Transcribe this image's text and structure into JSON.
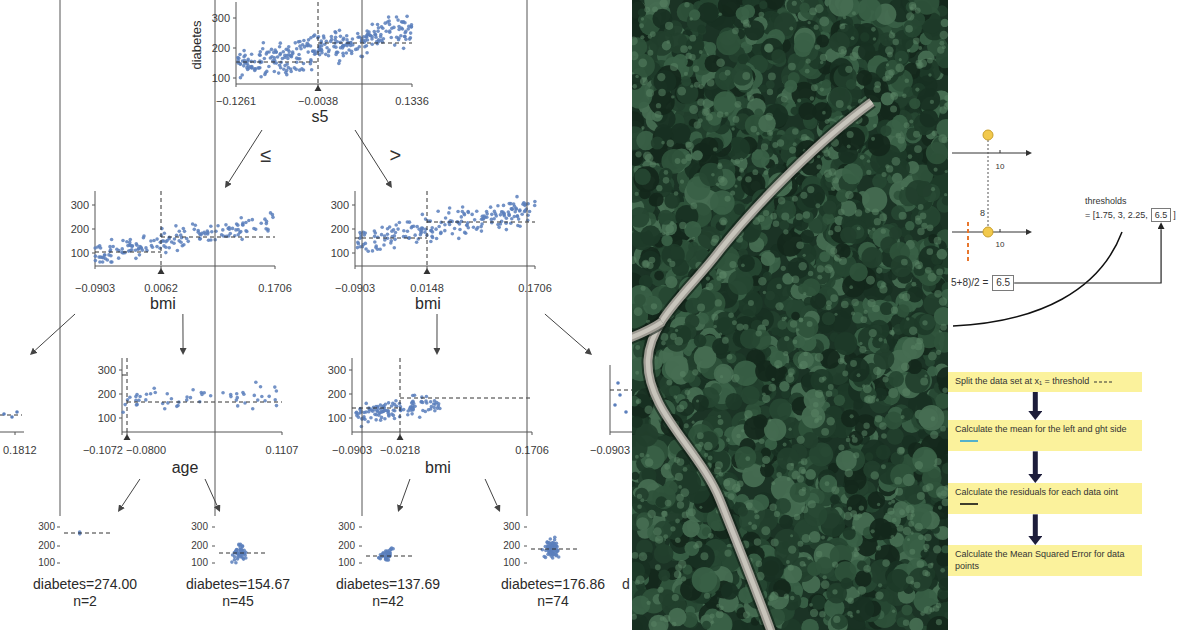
{
  "diagram": {
    "nodes": [
      {
        "text": [
          "diabetes",
          "300",
          "200",
          "100",
          "−0.1261",
          "−0.0038",
          "0.1336",
          "s5"
        ]
      },
      {
        "text": [
          "300",
          "200",
          "100",
          "−0.0903",
          "0.0062",
          "0.1706",
          "bmi"
        ]
      },
      {
        "text": [
          "300",
          "200",
          "100",
          "−0.0903",
          "0.0148",
          "0.1706",
          "bmi"
        ]
      },
      {
        "text": [
          "0.1812"
        ]
      },
      {
        "text": [
          "300",
          "200",
          "100",
          "−0.1072",
          "−0.0800",
          "0.1107",
          "age"
        ]
      },
      {
        "text": [
          "300",
          "200",
          "100",
          "−0.0903",
          "−0.0218",
          "0.1706",
          "bmi"
        ]
      },
      {
        "text": [
          "−0.0903"
        ]
      },
      {
        "text": [
          "300",
          "200",
          "100",
          "diabetes=274.00",
          "n=2"
        ]
      },
      {
        "text": [
          "300",
          "200",
          "100",
          "diabetes=154.67",
          "n=45"
        ]
      },
      {
        "text": [
          "300",
          "200",
          "100",
          "diabetes=137.69",
          "n=42"
        ]
      },
      {
        "text": [
          "300",
          "200",
          "100",
          "diabetes=176.86",
          "n=74"
        ]
      },
      {
        "text": [
          "6.5"
        ]
      },
      {
        "text": [
          "6.5"
        ]
      },
      {
        "text": [
          "Split the data set at x₁ = threshold"
        ]
      },
      {
        "text": [
          "Calculate the mean for the left and ght side"
        ]
      },
      {
        "text": [
          "Calculate the residuals for each data oint"
        ]
      },
      {
        "text": [
          "Calculate the Mean Squared Error for data points"
        ]
      }
    ],
    "edges": [
      {
        "from": 0,
        "to": 1,
        "arrow": "to",
        "label": "≤"
      },
      {
        "from": 0,
        "to": 2,
        "arrow": "to",
        "label": ">"
      },
      {
        "from": 1,
        "to": 3,
        "arrow": "to"
      },
      {
        "from": 1,
        "to": 4,
        "arrow": "to"
      },
      {
        "from": 2,
        "to": 5,
        "arrow": "to"
      },
      {
        "from": 2,
        "to": 6,
        "arrow": "to"
      },
      {
        "from": 4,
        "to": 7,
        "arrow": "to"
      },
      {
        "from": 4,
        "to": 8,
        "arrow": "to"
      },
      {
        "from": 5,
        "to": 9,
        "arrow": "to"
      },
      {
        "from": 5,
        "to": 10,
        "arrow": "to"
      },
      {
        "from": 12,
        "to": 11,
        "arrow": "to"
      },
      {
        "from": 13,
        "to": 14,
        "arrow": "to"
      },
      {
        "from": 14,
        "to": 15,
        "arrow": "to"
      },
      {
        "from": 15,
        "to": 16,
        "arrow": "to"
      }
    ],
    "labels": [
      "10",
      "8",
      "10",
      "5+8)/2 =",
      "thresholds",
      "= [1.75, 3, 2.25,",
      "]",
      "d"
    ]
  }
}
